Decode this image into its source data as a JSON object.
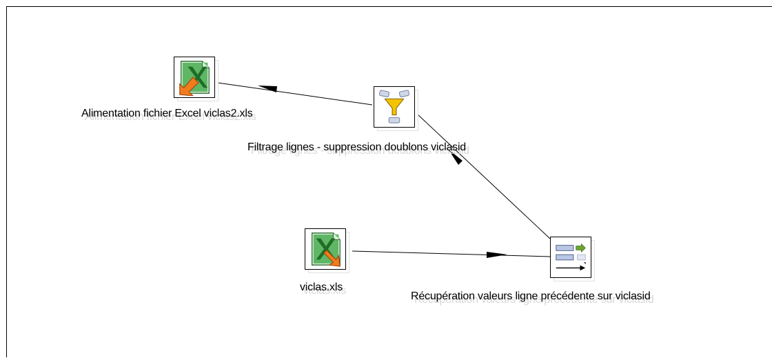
{
  "diagram": {
    "nodes": [
      {
        "id": "excel-output",
        "label": "Alimentation fichier Excel viclas2.xls",
        "icon": "excel-output-icon"
      },
      {
        "id": "filter-rows",
        "label": "Filtrage lignes - suppression doublons viclasid",
        "icon": "filter-icon"
      },
      {
        "id": "excel-input",
        "label": "viclas.xls",
        "icon": "excel-input-icon"
      },
      {
        "id": "prev-row",
        "label": "Récupération valeurs ligne précédente sur viclasid",
        "icon": "map-row-icon"
      }
    ],
    "links": [
      {
        "from": "excel-input",
        "to": "prev-row"
      },
      {
        "from": "prev-row",
        "to": "filter-rows"
      },
      {
        "from": "filter-rows",
        "to": "excel-output"
      }
    ]
  },
  "colors": {
    "excel_green": "#3f9a45",
    "arrow_orange": "#f07c1e",
    "filter_yellow": "#f5c400",
    "line": "#000000"
  }
}
